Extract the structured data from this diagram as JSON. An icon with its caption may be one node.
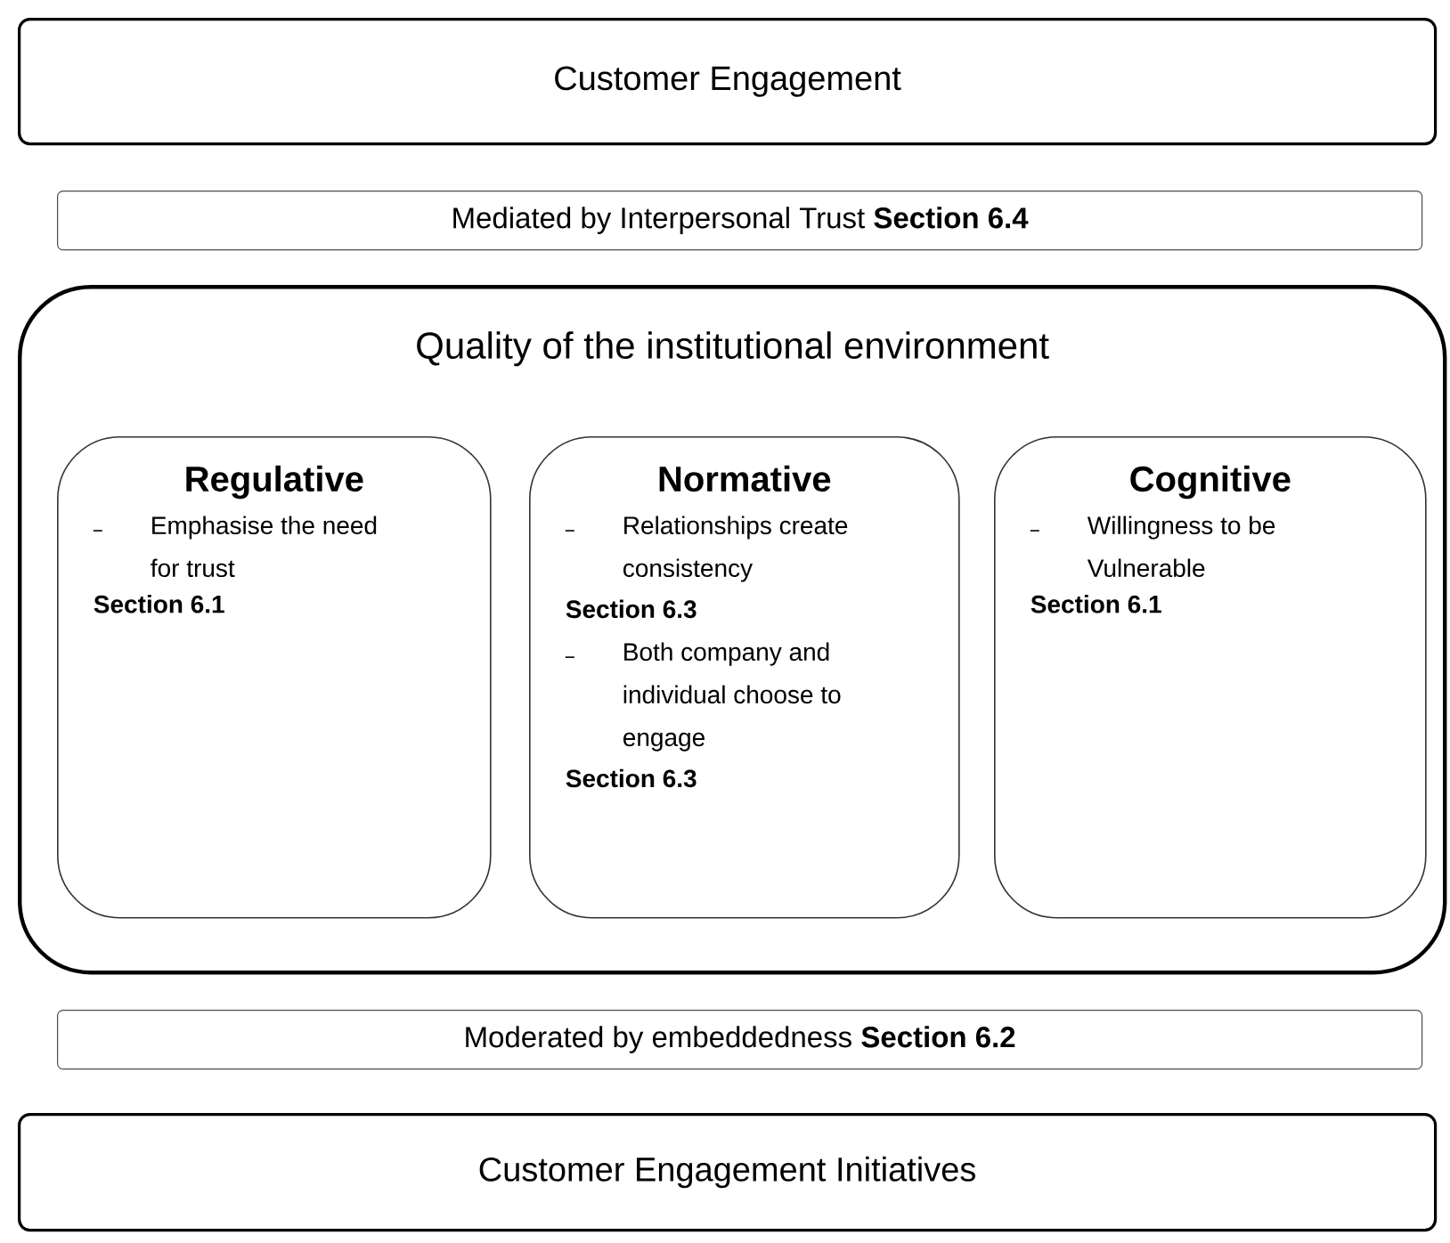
{
  "diagram": {
    "nodes": [
      {
        "text": [
          "Customer Engagement"
        ]
      },
      {
        "text": [
          "Mediated by Interpersonal Trust **Section 6.4**"
        ]
      },
      {
        "text": [
          "Quality of the institutional environment"
        ]
      },
      {
        "text": [
          "Regulative",
          "Emphasise the need for trust",
          "Section 6.1"
        ],
        "in": 2
      },
      {
        "text": [
          "Normative",
          "Relationships create consistency",
          "Section 6.3",
          "Both company and individual choose to engage",
          "Section 6.3"
        ],
        "in": 2
      },
      {
        "text": [
          "Cognitive",
          "Willingness to be Vulnerable",
          "Section 6.1"
        ],
        "in": 2
      },
      {
        "text": [
          "Moderated by embeddedness **Section 6.2**"
        ]
      },
      {
        "text": [
          "Customer Engagement Initiatives"
        ]
      }
    ]
  }
}
